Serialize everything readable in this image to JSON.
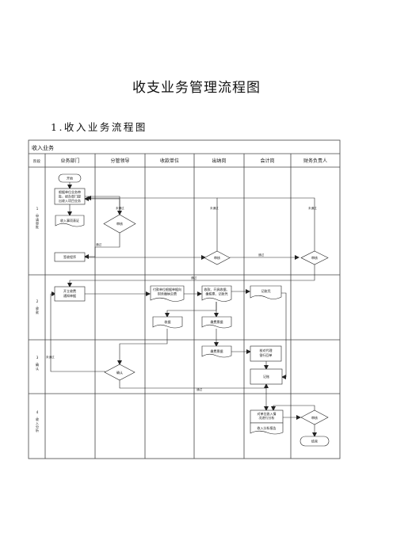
{
  "document": {
    "title": "收支业务管理流程图",
    "section_heading": "1.收入业务流程图"
  },
  "flowchart": {
    "header_title": "收入业务",
    "corner_label": "阶段",
    "columns": [
      "业务部门",
      "分管领导",
      "收款单位",
      "出纳岗",
      "会计岗",
      "财务负责人"
    ],
    "phases": [
      "1.申请审批",
      "2.收款",
      "3.确认",
      "4.收入分析"
    ],
    "nodes": {
      "start": "开始",
      "apply": [
        "根据单位业务审",
        "批，经办部门提",
        "出收入项目业务"
      ],
      "doc_plan": "收入事项表证",
      "dec_leader": "审核",
      "sign_apply": "签收程序",
      "dec_cashier": "审核",
      "dec_director": "审核",
      "issue_notice": [
        "开立收费",
        "通知单据"
      ],
      "payer_pay": [
        "付款单位根据单据向",
        "财务缴纳交费"
      ],
      "cashier_receive": [
        "收款、开具收据、",
        "缴税票、记账凭"
      ],
      "acc_record": "记账凭",
      "doc_receipt": "收据",
      "doc_ticket": "缴费票据",
      "cashier_ticket": "缴费票据",
      "acc_check": [
        "核对代理",
        "银行回单"
      ],
      "acc_post": "记账",
      "dec_confirm": "确认",
      "analysis": "对单位收入情况进行分析",
      "analysis_doc": "收入分析报告",
      "dec_final": "审核",
      "end": "结束"
    },
    "edge_labels": {
      "reject_leader": "未通过",
      "reject_cashier": "未通过",
      "reject_director": "未通过",
      "pass_leader": "通过",
      "pass_cashier": "通过",
      "pass_director": "通过",
      "reject_confirm": "未通过",
      "pass_confirm": "通过"
    }
  }
}
